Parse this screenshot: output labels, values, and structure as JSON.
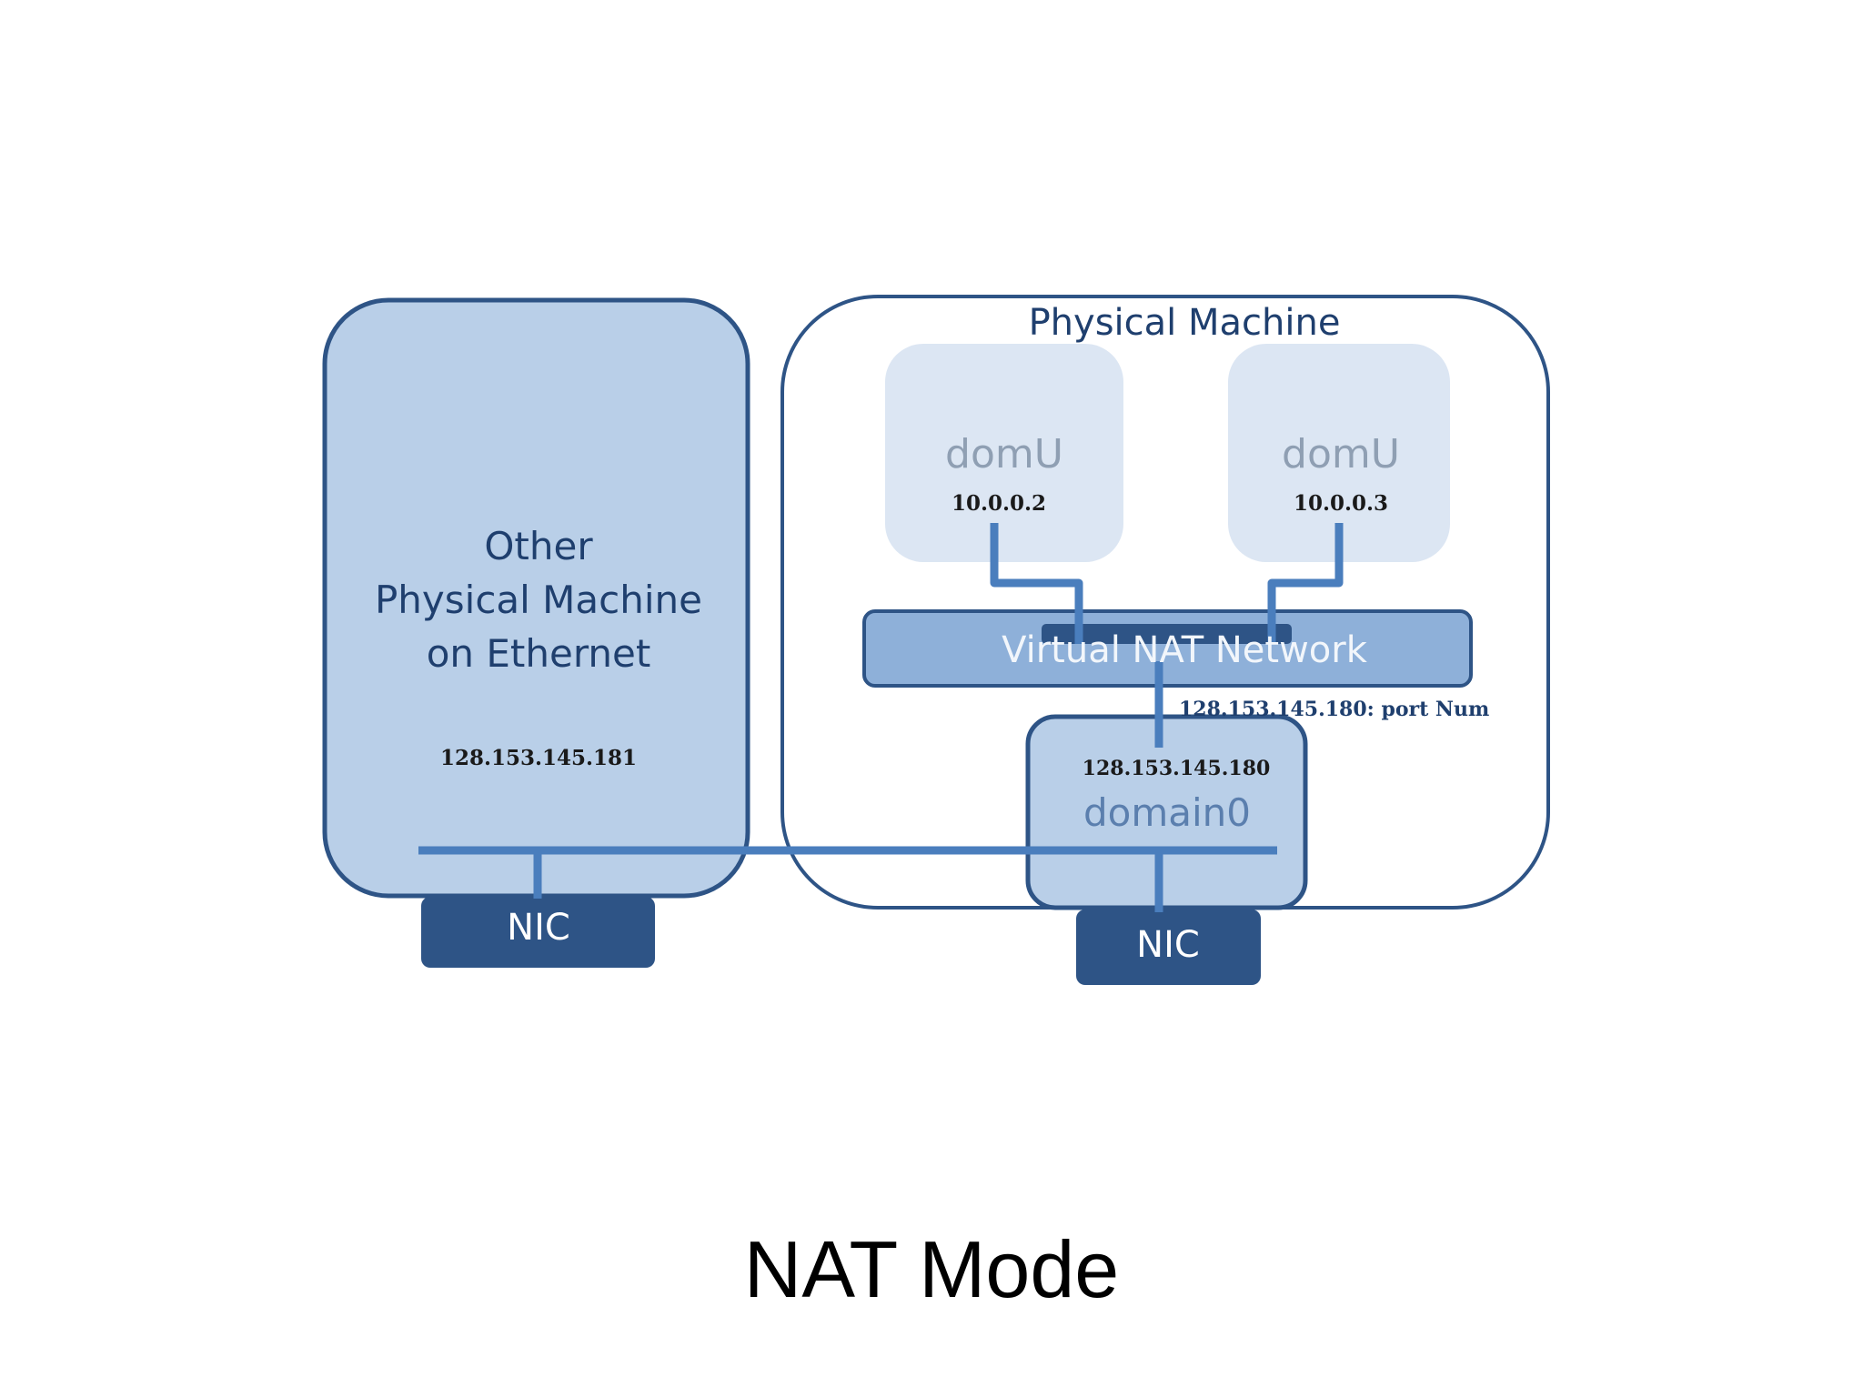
{
  "diagram": {
    "other_machine": {
      "label_lines": [
        "Other",
        "Physical Machine",
        "on Ethernet"
      ],
      "ip": "128.153.145.181",
      "nic": "NIC"
    },
    "physical_machine": {
      "title": "Physical Machine",
      "domu_left": {
        "name": "domU",
        "ip": "10.0.0.2"
      },
      "domu_right": {
        "name": "domU",
        "ip": "10.0.0.3"
      },
      "nat_network": "Virtual NAT Network",
      "port_label": "128.153.145.180: port Num",
      "domain0": {
        "ip": "128.153.145.180",
        "name": "domain0"
      },
      "nic": "NIC"
    },
    "colors": {
      "dark_blue": "#2e5486",
      "title_blue": "#1f3f6e",
      "light_blue_fill": "#b9cfe8",
      "pale_blue_fill": "#dce6f3",
      "nat_fill": "#8eb0d9",
      "line_blue": "#4a7ebd",
      "domu_text": "#8f9fb3"
    }
  },
  "caption": "NAT Mode"
}
